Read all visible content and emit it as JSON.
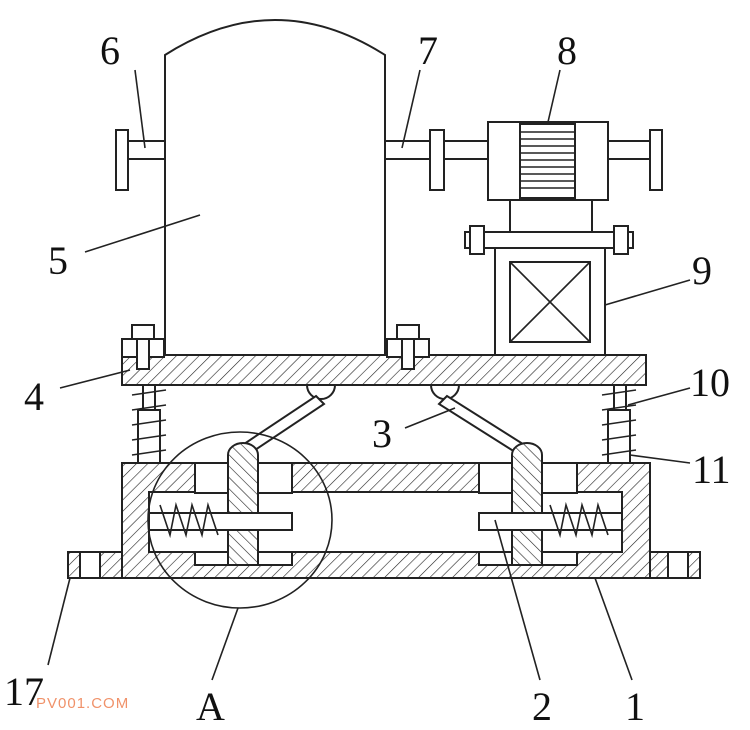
{
  "labels": {
    "l1": "1",
    "l2": "2",
    "l3": "3",
    "l4": "4",
    "l5": "5",
    "l6": "6",
    "l7": "7",
    "l8": "8",
    "l9": "9",
    "l10": "10",
    "l11": "11",
    "l17": "17",
    "lA": "A"
  },
  "watermark": "PV001.COM",
  "colors": {
    "line": "#222222",
    "watermark": "#f0926a"
  }
}
